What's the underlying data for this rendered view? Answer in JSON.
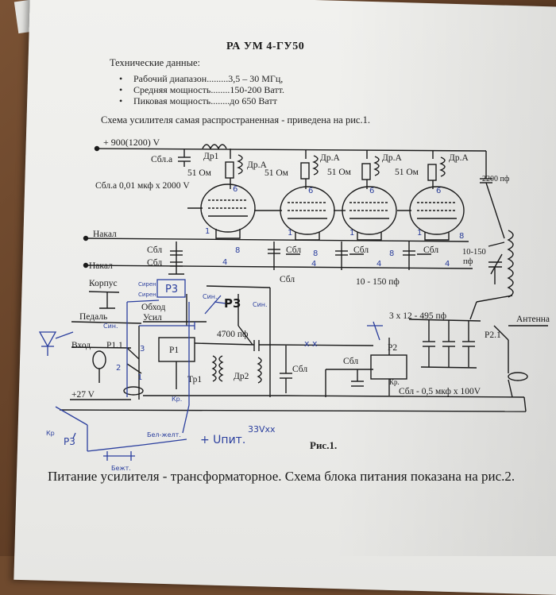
{
  "document": {
    "title": "РА УМ 4-ГУ50",
    "tech_heading": "Технические данные:",
    "specs": [
      "Рабочий диапазон.........3,5 – 30 МГц,",
      "Средняя мощность........150-200 Ватт.",
      "Пиковая мощность........до 650 Ватт"
    ],
    "scheme_caption": "Схема усилителя самая распространенная - приведена на рис.1.",
    "figure_caption": "Рис.1.",
    "footer": "Питание усилителя - трансформаторное. Схема блока питания показана на рис.2."
  },
  "schematic": {
    "labels": {
      "hv": "+ 900(1200) V",
      "sbla": "Сбл.а",
      "dr1": "Др1",
      "r51a": "51 Ом",
      "r51b": "51 Ом",
      "r51c": "51 Ом",
      "r51d": "51 Ом",
      "dra1": "Др.А",
      "dra2": "Др.А",
      "dra3": "Др.А",
      "dra4": "Др.А",
      "sbla_val": "Сбл.а 0,01 мкф х 2000 V",
      "c2200": "2200 пф",
      "nakal1": "Накал",
      "nakal2": "Накал",
      "sbl1": "Сбл",
      "sbl2": "Сбл",
      "sbl3": "Сбл",
      "sbl4": "Сбл",
      "sbl5": "Сбл",
      "sbl6": "Сбл",
      "sbl_under": "Сбл",
      "c10_150": "10-150",
      "pf": "пф",
      "c10_150b": "10 - 150 пф",
      "korpus": "Корпус",
      "pedal": "Педаль",
      "obhod": "Обход",
      "usil": "Усил",
      "vhod": "Вход",
      "p11": "Р1.1",
      "p1": "Р1",
      "c4700": "4700 пф",
      "dr2": "Др2",
      "tr1": "Тр1",
      "sbl_a": "Сбл",
      "sbl_b": "Сбл",
      "p2": "Р2",
      "c3x12": "3 х 12 - 495 пф",
      "antenna": "Антенна",
      "p21": "Р2.1",
      "v27": "+27 V",
      "sbl05": "Сбл - 0,5 мкф х 100V",
      "kr": "Кр.",
      "pin8": "8",
      "pin4": "4",
      "pin6": "6",
      "pin1": "1",
      "pin2": "2",
      "pin3": "3"
    },
    "handwritten": {
      "p3_box": "Р3",
      "p3_bold": "Р3",
      "sin1": "Син.",
      "sin2": "Син.",
      "sin3": "Син.",
      "sirez1": "Сирен.",
      "sirez2": "Сирен.",
      "kr_a": "Кр",
      "kr_b": "Кр.",
      "p3_bottom": "Р3",
      "bel_zhel": "Бел-желт.",
      "uplus": "+ Uпит.",
      "v33": "33Vхх",
      "belzh2": "Бежт.",
      "xx": "х х"
    },
    "colors": {
      "ink": "#1b1b1b",
      "pen": "#2b3f9e"
    }
  }
}
